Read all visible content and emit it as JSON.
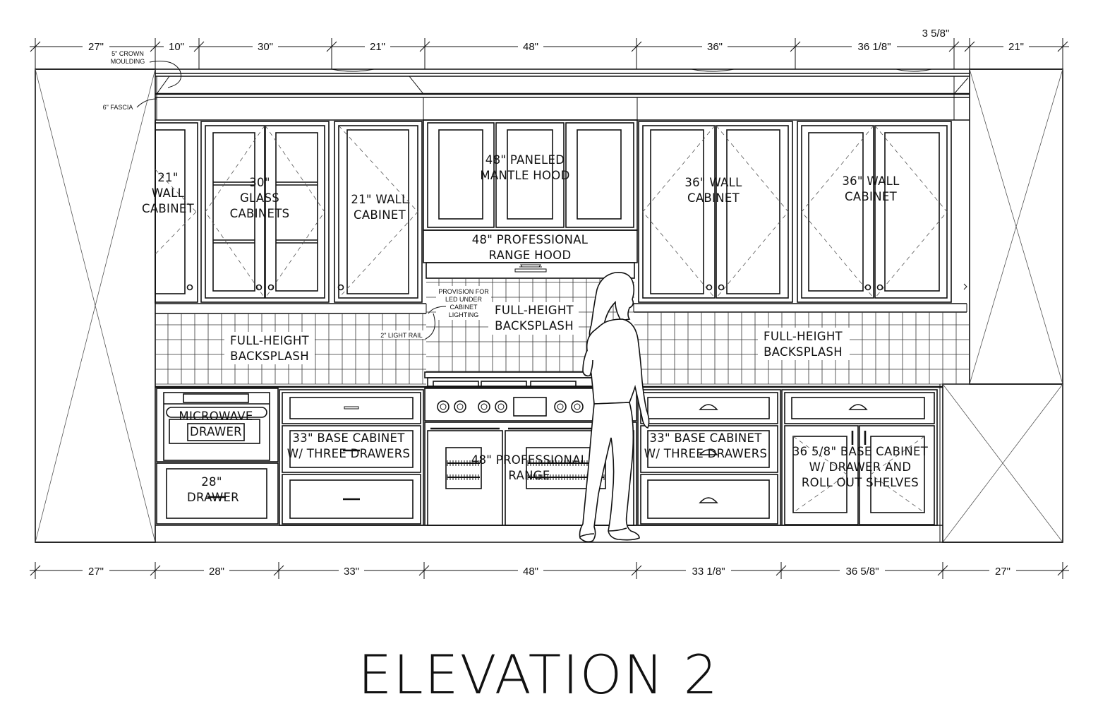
{
  "title": "ELEVATION 2",
  "top_dimensions": [
    "27\"",
    "10\"",
    "30\"",
    "21\"",
    "48\"",
    "36\"",
    "36 1/8\"",
    "3 5/8\"",
    "21\""
  ],
  "bottom_dimensions": [
    "27\"",
    "28\"",
    "33\"",
    "48\"",
    "33 1/8\"",
    "36 5/8\"",
    "27\""
  ],
  "notes": {
    "crown": [
      "5\" CROWN",
      "MOULDING"
    ],
    "fascia": "6\" FASCIA",
    "light_rail": "2\" LIGHT RAIL",
    "led": [
      "PROVISION FOR",
      "LED UNDER",
      "CABINET",
      "LIGHTING"
    ]
  },
  "labels": {
    "wall21_left": [
      "21\"",
      "WALL",
      "CABINET"
    ],
    "glass30": [
      "30\"",
      "GLASS",
      "CABINETS"
    ],
    "wall21_right": [
      "21\" WALL",
      "CABINET"
    ],
    "mantle": [
      "48\" PANELED",
      "MANTLE HOOD"
    ],
    "range_hood": [
      "48\" PROFESSIONAL",
      "RANGE HOOD"
    ],
    "wall36_a": [
      "36\" WALL",
      "CABINET"
    ],
    "wall36_b": [
      "36\" WALL",
      "CABINET"
    ],
    "backsplash_left": [
      "FULL-HEIGHT",
      "BACKSPLASH"
    ],
    "backsplash_center": [
      "FULL-HEIGHT",
      "BACKSPLASH"
    ],
    "backsplash_right": [
      "FULL-HEIGHT",
      "BACKSPLASH"
    ],
    "microwave": [
      "MICROWAVE",
      "DRAWER"
    ],
    "drawer28": [
      "28\"",
      "DRAWER"
    ],
    "base33_left": [
      "33\" BASE CABINET",
      "W/ THREE DRAWERS"
    ],
    "range": [
      "48\" PROFESSIONAL",
      "RANGE"
    ],
    "base33_right": [
      "33\" BASE CABINET",
      "W/ THREE DRAWERS"
    ],
    "base36": [
      "36 5/8\" BASE CABINET",
      "W/ DRAWER AND",
      "ROLL OUT SHELVES"
    ]
  }
}
